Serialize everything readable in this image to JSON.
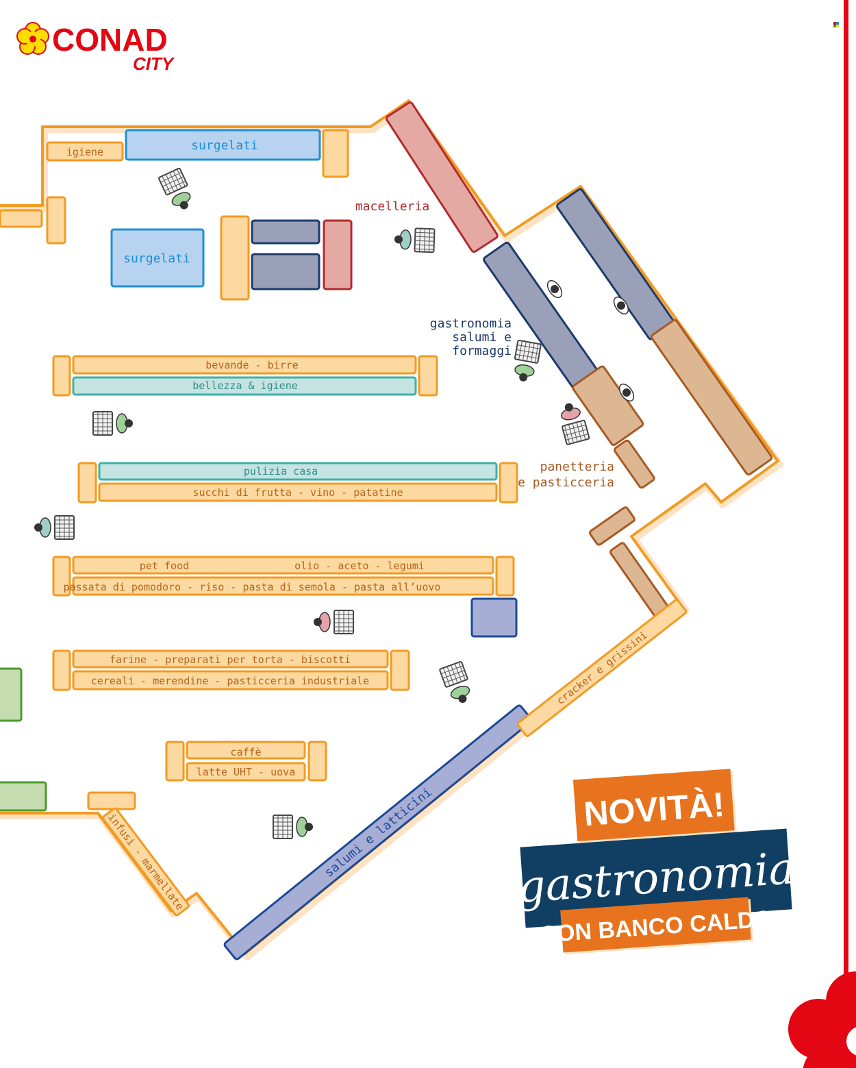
{
  "brand": {
    "name": "CONAD",
    "sub": "CITY",
    "red": "#e30613",
    "yellow": "#ffdd00"
  },
  "colors": {
    "wall": "#f39a22",
    "wall_shadow": "#fde3c4",
    "shelf_fill": "#fcd9a0",
    "shelf_stroke": "#f39a22",
    "shelf_text": "#b5651d",
    "frozen_fill": "#b7d3ef",
    "frozen_stroke": "#1d8fd6",
    "frozen_text": "#1d8fd6",
    "teal_fill": "#c4e3e1",
    "teal_stroke": "#3fb0a8",
    "teal_text": "#2f8c86",
    "navy_fill": "#9aa0b8",
    "navy_stroke": "#1c3a6b",
    "butcher_fill": "#e5a9a4",
    "butcher_stroke": "#b12a2f",
    "butcher_text": "#b12a2f",
    "bakery_fill": "#ddb692",
    "bakery_stroke": "#a65a24",
    "bakery_text": "#a65a24",
    "dairy_fill": "#a7aed6",
    "dairy_stroke": "#1c4a95",
    "dairy_text": "#1c4a95",
    "green_fill": "#c5dcb1",
    "green_stroke": "#4c9a2a",
    "promo_orange": "#e8731e",
    "promo_navy": "#113e63"
  },
  "departments": {
    "macelleria": "macelleria",
    "gastronomia": [
      "gastronomia",
      "salumi e",
      "formaggi"
    ],
    "panetteria": [
      "panetteria",
      "e pasticceria"
    ]
  },
  "shelves": {
    "igiene": "igiene",
    "surgelati_top": "surgelati",
    "surgelati_mid": "surgelati",
    "bevande": "bevande - birre",
    "bellezza": "bellezza & igiene",
    "pulizia": "pulizia casa",
    "succhi": "succhi di frutta - vino - patatine",
    "petfood": "pet food",
    "olio": "olio - aceto - legumi",
    "passata": "passata di pomodoro - riso - pasta di semola - pasta all’uovo",
    "farine": "farine - preparati per torta - biscotti",
    "cereali": "cereali - merendine - pasticceria industriale",
    "caffe": "caffè",
    "latte": "latte UHT - uova",
    "infusi": "infusi - marmellate",
    "salumi_latticini": "salumi e latticini",
    "cracker": "cracker e grissini"
  },
  "promo": {
    "novita": "NOVITÀ!",
    "script": "gastronomia",
    "banco": "CON BANCO CALDO"
  }
}
